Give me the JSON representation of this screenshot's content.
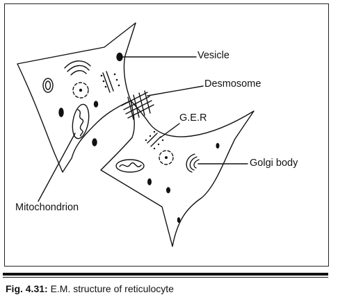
{
  "labels": {
    "vesicle": "Vesicle",
    "desmosome": "Desmosome",
    "ger": "G.E.R",
    "golgi": "Golgi body",
    "mitochondrion": "Mitochondrion"
  },
  "caption": {
    "prefix": "Fig. 4.31:",
    "text": "E.M. structure of reticulocyte"
  }
}
